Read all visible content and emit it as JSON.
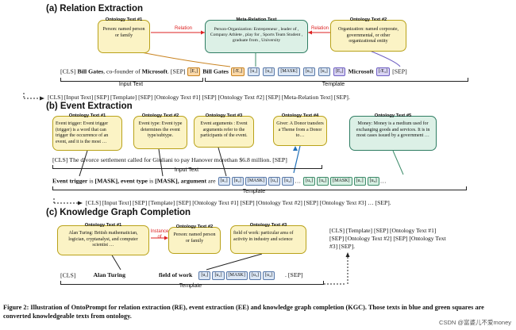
{
  "section_a": {
    "title": "(a)  Relation Extraction",
    "ont1_title": "Ontology Text #1",
    "ont1_body": "Person: named person or family",
    "meta_title": "Meta-Relation Text",
    "meta_body": "Person-Organization: Entrepreneur , leader of , Company Athlete , play for , Sports Team Student , graduate from , University",
    "ont2_title": "Ontology Text #2",
    "ont2_body": "Organization: named corporate, governmental, or other organizational entity",
    "relation_left": "Relation",
    "relation_right": "Relation",
    "sent_cls": "[CLS]",
    "sent_bill": "Bill Gates",
    "sent_mid": ", co-founder of",
    "sent_ms": "Microsoft",
    "sent_end": ". [SEP]",
    "chip_e1": "[E₁]",
    "tpl_bill": "Bill Gates",
    "chip_e1b": "[/E₁]",
    "chip_u1": "[u₁]",
    "chip_u2": "[u₂]",
    "chip_mask": "[MASK]",
    "chip_u3": "[u₃]",
    "chip_u4": "[u₄]",
    "chip_e2": "[E₂]",
    "tpl_ms": "Microsoft",
    "chip_e2b": "[/E₂]",
    "tpl_sep": "[SEP]",
    "input_label": "Input Text",
    "template_label": "Template",
    "format_line": "[CLS] [Input Text] [SEP] [Template] [SEP] [Ontology Text #1] [SEP] [Ontology Text #2] [SEP] [Meta-Relation Text] [SEP]."
  },
  "section_b": {
    "title": "(b)  Event Extraction",
    "o1_title": "Ontology Text #1",
    "o1_body": "Event trigger: Event trigger (trigger) is a word that can trigger the occurrence of an event, and it is the most …",
    "o2_title": "Ontology Text #2",
    "o2_body": "Event type: Event type determines the event type/subtype.",
    "o3_title": "Ontology Text #3",
    "o3_body": "Event arguments : Event arguments refer to the participants of the event.",
    "o4_title": "Ontology Text #4",
    "o4_body": "Giver: A Donor transfers a Theme from a Donor to…",
    "o5_title": "Ontology Text #5",
    "o5_body": "Money: Money is a medium used for exchanging goods and services. It is in most cases issued by a government …",
    "sentence": "[CLS] The divorce settlement called for Giuliani to pay Hanover morethan  $6.8 million. [SEP]",
    "input_label": "Input Text",
    "tpl_a": "Event trigger",
    "tpl_b": " is ",
    "tpl_c": "[MASK]",
    "tpl_d": ", event type",
    "tpl_e": " is  ",
    "tpl_f": "[MASK]",
    "tpl_g": ", argument",
    "tpl_h": " are",
    "c_u1": "[u₁]",
    "c_u2": "[u₂]",
    "c_mask1": "[MASK]",
    "c_u3": "[u₃]",
    "c_u4": "[u₄]",
    "c_u5": "[u₅]",
    "c_u6": "[u₆]",
    "c_mask2": "[MASK]",
    "c_u7": "[u₇]",
    "c_u8": "[u₈]",
    "ellipsis": "…",
    "template_label": "Template",
    "format_line": "[CLS] [Input Text] [SEP] [Template] [SEP] [Ontology Text #1] [SEP] [Ontology Text #2] [SEP] [Ontology Text #3] … [SEP]."
  },
  "section_c": {
    "title": "(c)  Knowledge Graph Completion",
    "o1_title": "Ontology Text #1",
    "o1_body": "Alan Turing: British mathematician, logician, cryptanalyst, and computer scientist …",
    "instance_of": "Instance of",
    "o2_title": "Ontology Text #2",
    "o2_body": "Person: named person or family",
    "o3_title": "Ontology Text #3",
    "o3_body": "field of work: particular area of activity in industry and science",
    "format_line": "[CLS] [Template] [SEP] [Ontology Text #1] [SEP] [Ontology Text #2] [SEP] [Ontology Text #3] [SEP].",
    "t_cls": "[CLS]",
    "t_alan": "Alan Turing",
    "t_field": "field of work",
    "c_u1": "[u₁]",
    "c_u2": "[u₂]",
    "c_mask": "[MASK]",
    "c_u3": "[u₃]",
    "c_u4": "[u₄]",
    "t_sep": ". [SEP]",
    "template_label": "Template"
  },
  "caption": "Figure 2: Illustration of OntoPrompt for relation extraction (RE), event extraction (EE) and knowledge graph completion (KGC). Those texts in blue and green squares are converted knowledgeable texts from ontology.",
  "watermark": "CSDN @富婆儿不爱money"
}
